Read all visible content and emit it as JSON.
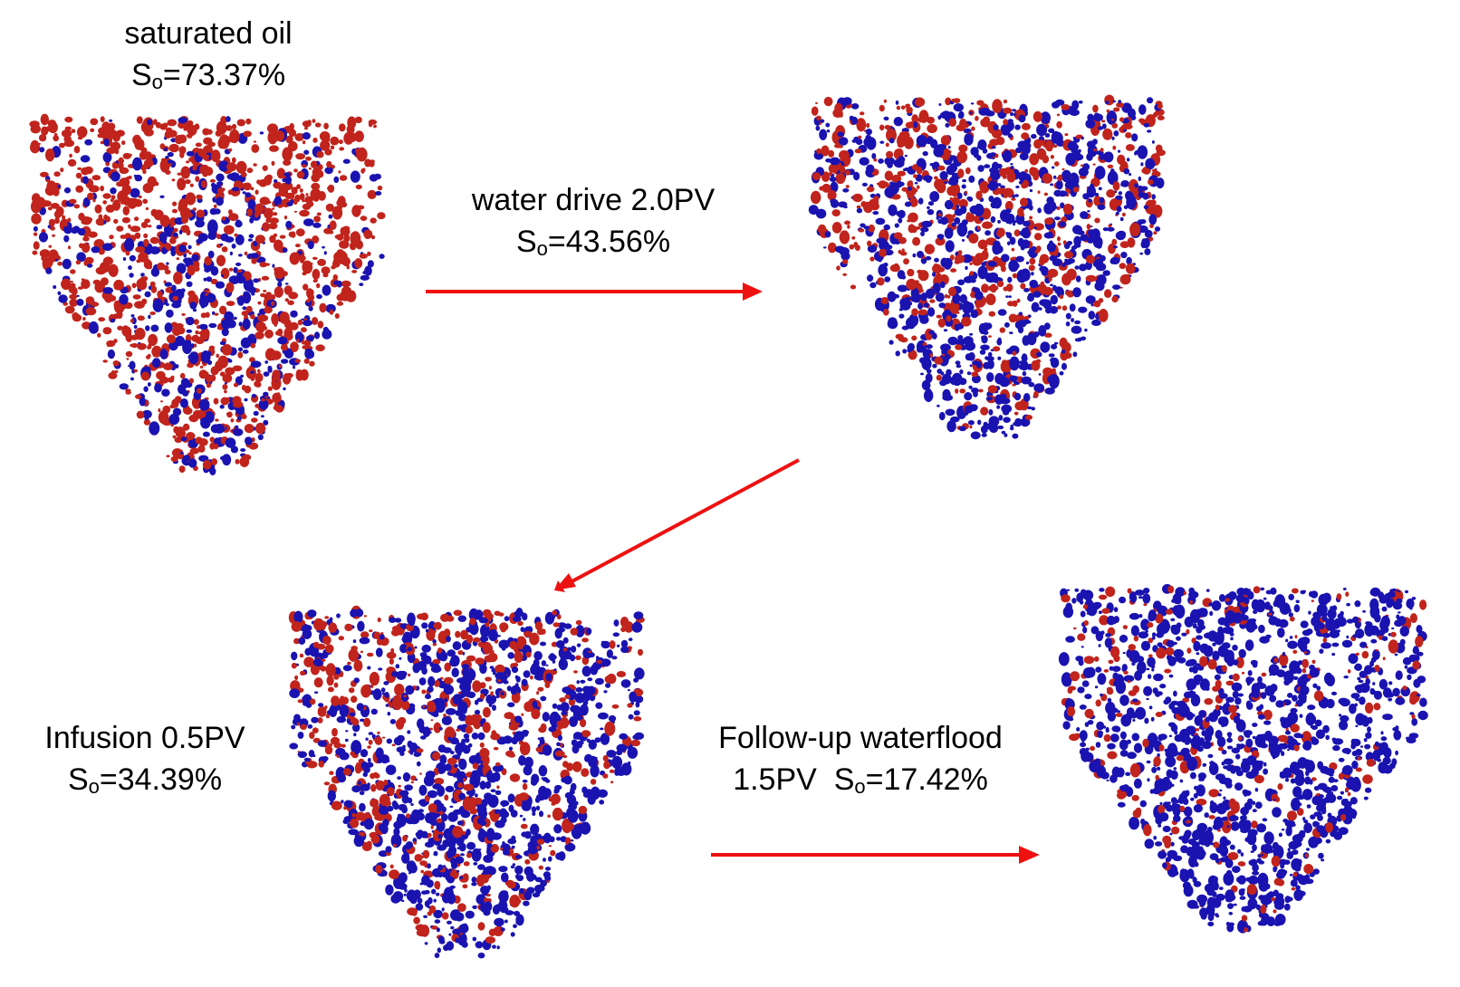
{
  "colors": {
    "oil": "#c0241c",
    "water": "#1a13b0",
    "arrow": "#ee1111",
    "text": "#000000"
  },
  "stages": [
    {
      "id": "saturated-oil",
      "lines": [
        "saturated oil"
      ],
      "so_symbol": "S",
      "so_sub": "o",
      "so_value": "=73.37%",
      "oil_fraction": 0.7337
    },
    {
      "id": "water-drive",
      "lines": [
        "water drive 2.0PV"
      ],
      "so_symbol": "S",
      "so_sub": "o",
      "so_value": "=43.56%",
      "oil_fraction": 0.4356
    },
    {
      "id": "infusion",
      "lines": [
        "Infusion 0.5PV"
      ],
      "so_symbol": "S",
      "so_sub": "o",
      "so_value": "=34.39%",
      "oil_fraction": 0.3439
    },
    {
      "id": "follow-up-waterflood",
      "lines": [
        "Follow-up waterflood"
      ],
      "prefix": "1.5PV  ",
      "so_symbol": "S",
      "so_sub": "o",
      "so_value": "=17.42%",
      "oil_fraction": 0.1742
    }
  ]
}
